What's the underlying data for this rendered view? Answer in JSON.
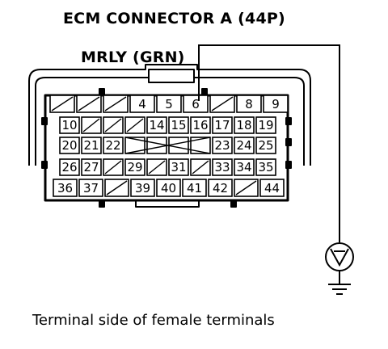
{
  "diagram": {
    "title": "ECM CONNECTOR A (44P)",
    "wire_label": "MRLY (GRN)",
    "caption": "Terminal side of female terminals",
    "meter_icon": "voltmeter-icon",
    "ground_icon": "ground-icon",
    "probe_terminal": "6",
    "terminals": {
      "row1": [
        "",
        "",
        "",
        "4",
        "5",
        "6",
        "",
        "8",
        "9"
      ],
      "row2": [
        "10",
        "",
        "",
        "",
        "14",
        "15",
        "16",
        "17",
        "18",
        "19"
      ],
      "row3": [
        "20",
        "21",
        "22",
        "",
        "",
        "",
        "",
        "23",
        "24",
        "25"
      ],
      "row4": [
        "26",
        "27",
        "",
        "29",
        "",
        "31",
        "",
        "33",
        "34",
        "35"
      ],
      "row5": [
        "36",
        "37",
        "",
        "39",
        "40",
        "41",
        "42",
        "",
        "44"
      ]
    }
  }
}
